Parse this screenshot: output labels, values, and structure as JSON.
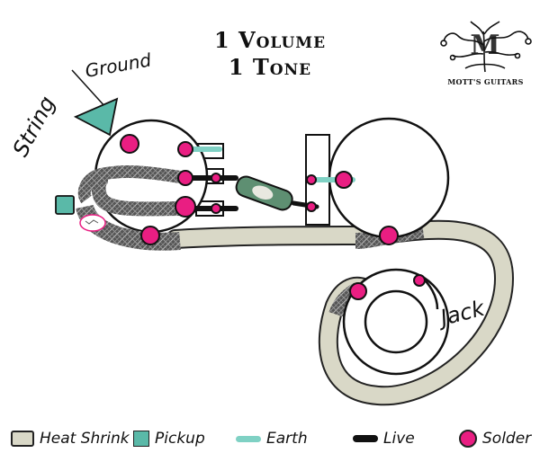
{
  "title": {
    "line1": "1 Volume",
    "line2": "1 Tone"
  },
  "labels": {
    "string_ground": "String",
    "ground": "Ground",
    "jack": "Jack"
  },
  "brand": {
    "text": "MOTT'S GUITARS",
    "icon": "tree-logo-icon"
  },
  "legend": {
    "heat_shrink": "Heat Shrink",
    "pickup": "Pickup",
    "earth": "Earth",
    "live": "Live",
    "solder": "Solder"
  },
  "colors": {
    "heat_shrink": "#d9d8c7",
    "pickup": "#5ab9a8",
    "earth": "#7fd1c4",
    "live": "#111111",
    "solder": "#e91e82",
    "capacitor": "#5e8f72"
  }
}
